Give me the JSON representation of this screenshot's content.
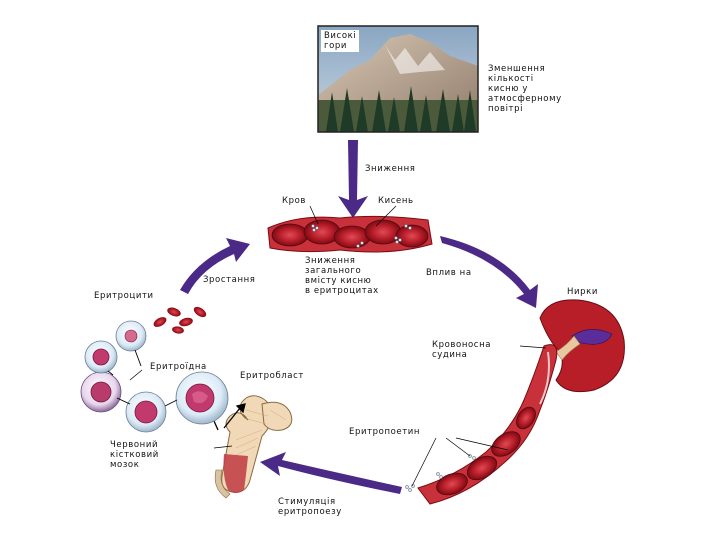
{
  "labels": {
    "photo_title": "Високі\nгори",
    "oxygen_note": "Зменшення\nкількості\nкисню у\nатмосферному\nповітрі",
    "decrease": "Зниження",
    "blood": "Кров",
    "oxygen": "Кисень",
    "hemoglobin_note": "Зниження\nзагального\nвмісту кисню\nв еритроцитах",
    "effect_on": "Вплив на",
    "kidneys": "Нирки",
    "blood_vessel": "Кровоносна\nсудина",
    "erythropoietin": "Еритропоетин",
    "stimulation": "Стимуляція\nеритропоезу",
    "bone_marrow": "Червоний\nкістковий\nмозок",
    "erythroblast": "Еритробласт",
    "erythroid": "Еритроїдна",
    "erythrocytes": "Еритроцити",
    "growth": "Зростання"
  },
  "colors": {
    "arrow": "#4a2a86",
    "blood_red": "#b31b25",
    "vessel_red": "#c8313a",
    "kidney": "#b81e28",
    "renal_pelvis": "#5a2d9a",
    "bone": "#f1d9b8",
    "cell_pink": "#c23a6d"
  }
}
